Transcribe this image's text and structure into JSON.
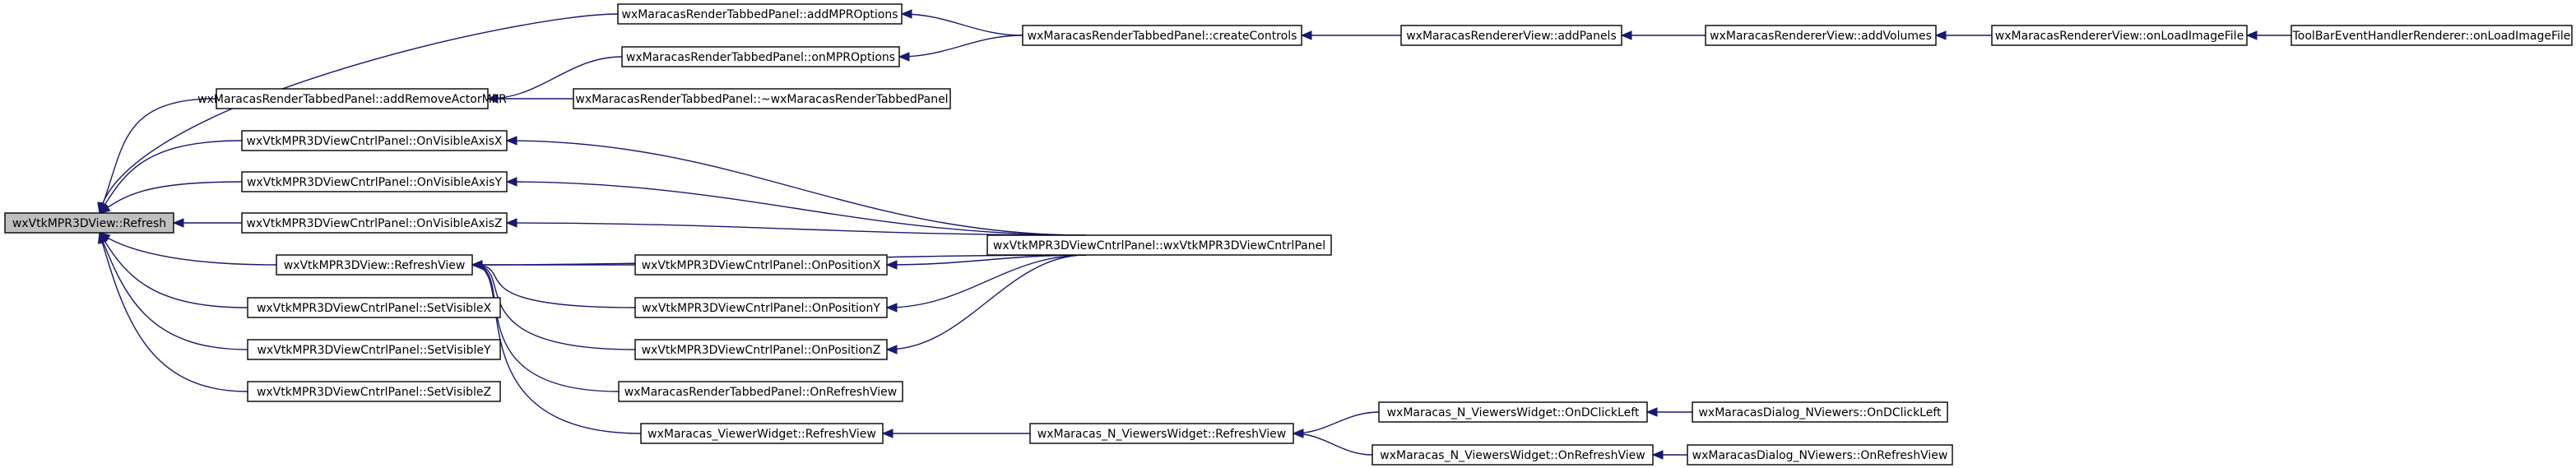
{
  "graph": {
    "nodes": [
      {
        "id": "refresh",
        "label": "wxVtkMPR3DView::Refresh",
        "root": true
      },
      {
        "id": "addMPROptions",
        "label": "wxMaracasRenderTabbedPanel::addMPROptions"
      },
      {
        "id": "createControls",
        "label": "wxMaracasRenderTabbedPanel::createControls"
      },
      {
        "id": "addPanels",
        "label": "wxMaracasRendererView::addPanels"
      },
      {
        "id": "addVolumes",
        "label": "wxMaracasRendererView::addVolumes"
      },
      {
        "id": "onLoadImageFile",
        "label": "wxMaracasRendererView::onLoadImageFile"
      },
      {
        "id": "toolbarOnLoad",
        "label": "ToolBarEventHandlerRenderer::onLoadImageFile"
      },
      {
        "id": "onMPROptions",
        "label": "wxMaracasRenderTabbedPanel::onMPROptions"
      },
      {
        "id": "addRemoveActorMPR",
        "label": "wxMaracasRenderTabbedPanel::addRemoveActorMPR"
      },
      {
        "id": "dtorTabbed",
        "label": "wxMaracasRenderTabbedPanel::~wxMaracasRenderTabbedPanel"
      },
      {
        "id": "onVisibleAxisX",
        "label": "wxVtkMPR3DViewCntrlPanel::OnVisibleAxisX"
      },
      {
        "id": "onVisibleAxisY",
        "label": "wxVtkMPR3DViewCntrlPanel::OnVisibleAxisY"
      },
      {
        "id": "onVisibleAxisZ",
        "label": "wxVtkMPR3DViewCntrlPanel::OnVisibleAxisZ"
      },
      {
        "id": "ctorCntrl",
        "label": "wxVtkMPR3DViewCntrlPanel::wxVtkMPR3DViewCntrlPanel"
      },
      {
        "id": "refreshView",
        "label": "wxVtkMPR3DView::RefreshView"
      },
      {
        "id": "onPositionX",
        "label": "wxVtkMPR3DViewCntrlPanel::OnPositionX"
      },
      {
        "id": "onPositionY",
        "label": "wxVtkMPR3DViewCntrlPanel::OnPositionY"
      },
      {
        "id": "onPositionZ",
        "label": "wxVtkMPR3DViewCntrlPanel::OnPositionZ"
      },
      {
        "id": "onRefreshViewTabbed",
        "label": "wxMaracasRenderTabbedPanel::OnRefreshView"
      },
      {
        "id": "viewerWidgetRefresh",
        "label": "wxMaracas_ViewerWidget::RefreshView"
      },
      {
        "id": "nViewersRefresh",
        "label": "wxMaracas_N_ViewersWidget::RefreshView"
      },
      {
        "id": "nViewersOnDClick",
        "label": "wxMaracas_N_ViewersWidget::OnDClickLeft"
      },
      {
        "id": "dialogOnDClick",
        "label": "wxMaracasDialog_NViewers::OnDClickLeft"
      },
      {
        "id": "nViewersOnRefresh",
        "label": "wxMaracas_N_ViewersWidget::OnRefreshView"
      },
      {
        "id": "dialogOnRefresh",
        "label": "wxMaracasDialog_NViewers::OnRefreshView"
      },
      {
        "id": "setVisibleX",
        "label": "wxVtkMPR3DViewCntrlPanel::SetVisibleX"
      },
      {
        "id": "setVisibleY",
        "label": "wxVtkMPR3DViewCntrlPanel::SetVisibleY"
      },
      {
        "id": "setVisibleZ",
        "label": "wxVtkMPR3DViewCntrlPanel::SetVisibleZ"
      }
    ],
    "edges": [
      {
        "from": "refresh",
        "to": "addMPROptions"
      },
      {
        "from": "refresh",
        "to": "addRemoveActorMPR"
      },
      {
        "from": "refresh",
        "to": "onVisibleAxisX"
      },
      {
        "from": "refresh",
        "to": "onVisibleAxisY"
      },
      {
        "from": "refresh",
        "to": "onVisibleAxisZ"
      },
      {
        "from": "refresh",
        "to": "refreshView"
      },
      {
        "from": "refresh",
        "to": "setVisibleX"
      },
      {
        "from": "refresh",
        "to": "setVisibleY"
      },
      {
        "from": "refresh",
        "to": "setVisibleZ"
      },
      {
        "from": "addMPROptions",
        "to": "createControls"
      },
      {
        "from": "createControls",
        "to": "addPanels"
      },
      {
        "from": "addPanels",
        "to": "addVolumes"
      },
      {
        "from": "addVolumes",
        "to": "onLoadImageFile"
      },
      {
        "from": "onLoadImageFile",
        "to": "toolbarOnLoad"
      },
      {
        "from": "addRemoveActorMPR",
        "to": "onMPROptions"
      },
      {
        "from": "addRemoveActorMPR",
        "to": "dtorTabbed"
      },
      {
        "from": "onMPROptions",
        "to": "createControls"
      },
      {
        "from": "onVisibleAxisX",
        "to": "ctorCntrl"
      },
      {
        "from": "onVisibleAxisY",
        "to": "ctorCntrl"
      },
      {
        "from": "onVisibleAxisZ",
        "to": "ctorCntrl"
      },
      {
        "from": "refreshView",
        "to": "onPositionX"
      },
      {
        "from": "refreshView",
        "to": "onPositionY"
      },
      {
        "from": "refreshView",
        "to": "onPositionZ"
      },
      {
        "from": "refreshView",
        "to": "onRefreshViewTabbed"
      },
      {
        "from": "refreshView",
        "to": "viewerWidgetRefresh"
      },
      {
        "from": "refreshView",
        "to": "ctorCntrl"
      },
      {
        "from": "onPositionX",
        "to": "ctorCntrl"
      },
      {
        "from": "onPositionY",
        "to": "ctorCntrl"
      },
      {
        "from": "onPositionZ",
        "to": "ctorCntrl"
      },
      {
        "from": "viewerWidgetRefresh",
        "to": "nViewersRefresh"
      },
      {
        "from": "nViewersRefresh",
        "to": "nViewersOnDClick"
      },
      {
        "from": "nViewersRefresh",
        "to": "nViewersOnRefresh"
      },
      {
        "from": "nViewersOnDClick",
        "to": "dialogOnDClick"
      },
      {
        "from": "nViewersOnRefresh",
        "to": "dialogOnRefresh"
      }
    ],
    "colors": {
      "edge": "#191970",
      "node_border": "#000000",
      "root_fill": "#bfbfbf",
      "node_fill": "#ffffff"
    }
  }
}
